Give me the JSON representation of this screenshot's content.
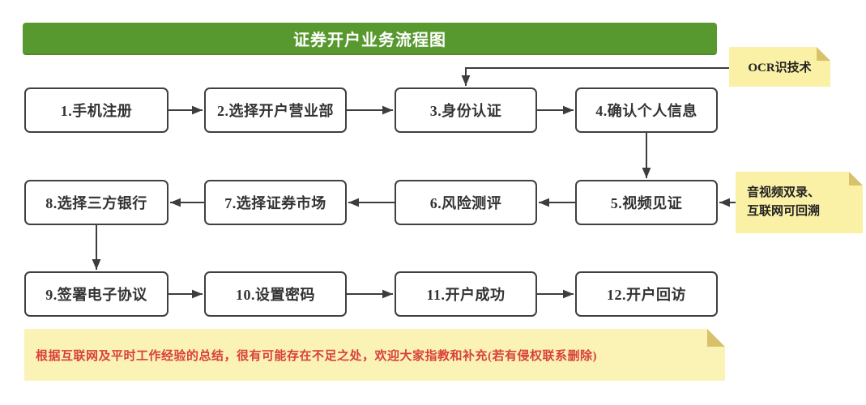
{
  "title": "证券开户业务流程图",
  "flow": {
    "boxes": [
      {
        "label": "1.手机注册"
      },
      {
        "label": "2.选择开户营业部"
      },
      {
        "label": "3.身份认证"
      },
      {
        "label": "4.确认个人信息"
      },
      {
        "label": "5.视频见证"
      },
      {
        "label": "6.风险测评"
      },
      {
        "label": "7.选择证券市场"
      },
      {
        "label": "8.选择三方银行"
      },
      {
        "label": "9.签署电子协议"
      },
      {
        "label": "10.设置密码"
      },
      {
        "label": "11.开户成功"
      },
      {
        "label": "12.开户回访"
      }
    ]
  },
  "notes": {
    "ocr": "OCR识技术",
    "video_line1": "音视频双录、",
    "video_line2": "互联网可回溯"
  },
  "footer": {
    "text": "根据互联网及平时工作经验的总结，很有可能存在不足之处，欢迎大家指教和补充(若有侵权联系删除)"
  },
  "colors": {
    "title_bar": "#57992f",
    "note_bg": "#faf0a6",
    "note_fold": "#d9c06a",
    "banner_bg": "#fbf3b5",
    "banner_text": "#d9403c",
    "box_border": "#404040",
    "arrow": "#3d3d3d"
  }
}
